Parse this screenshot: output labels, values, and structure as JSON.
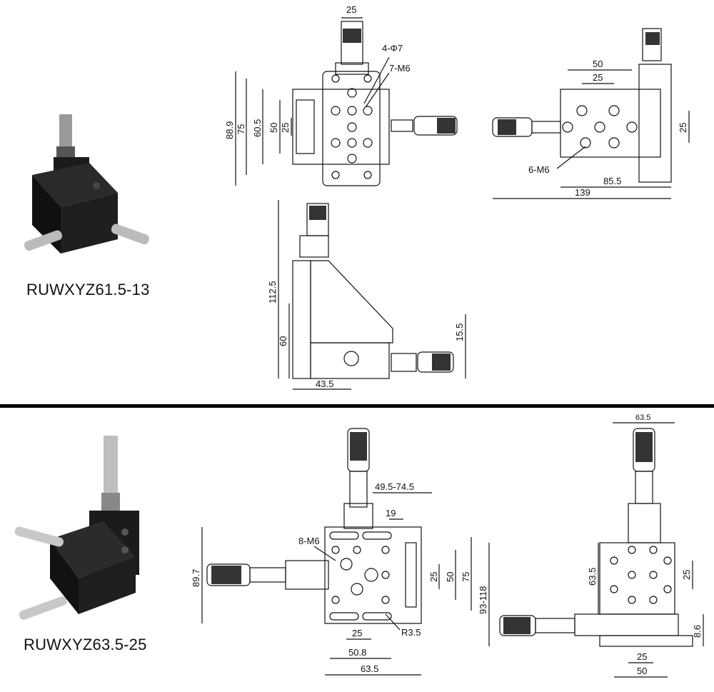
{
  "products": [
    {
      "model": "RUWXYZ61.5-13",
      "dims": {
        "top_width": "25",
        "holes_phi": "4-Φ7",
        "thread_a": "7-M6",
        "height_total": "88.9",
        "h75": "75",
        "h60_5": "60.5",
        "h50": "50",
        "h25": "25",
        "right_50": "50",
        "right_25": "25",
        "right_25b": "25",
        "thread_b": "6-M6",
        "w85_5": "85.5",
        "w139": "139",
        "h112_5": "112.5",
        "h60": "60",
        "h15_5": "15.5",
        "w43_5": "43.5"
      }
    },
    {
      "model": "RUWXYZ63.5-25",
      "dims": {
        "travel": "49.5-74.5",
        "d19": "19",
        "thread": "8-M6",
        "h89_7": "89.7",
        "h25": "25",
        "h50": "50",
        "h75": "75",
        "r3_5": "R3.5",
        "b25": "25",
        "b50_8": "50.8",
        "b63_5": "63.5",
        "top63_5": "63.5",
        "s63_5": "63.5",
        "s25": "25",
        "s93_118": "93-118",
        "s8_6": "8.6",
        "sb25": "25",
        "sb50": "50"
      }
    }
  ],
  "colors": {
    "line": "#111111",
    "stage": "#1a1a1a",
    "photo_bg": "#ffffff"
  }
}
